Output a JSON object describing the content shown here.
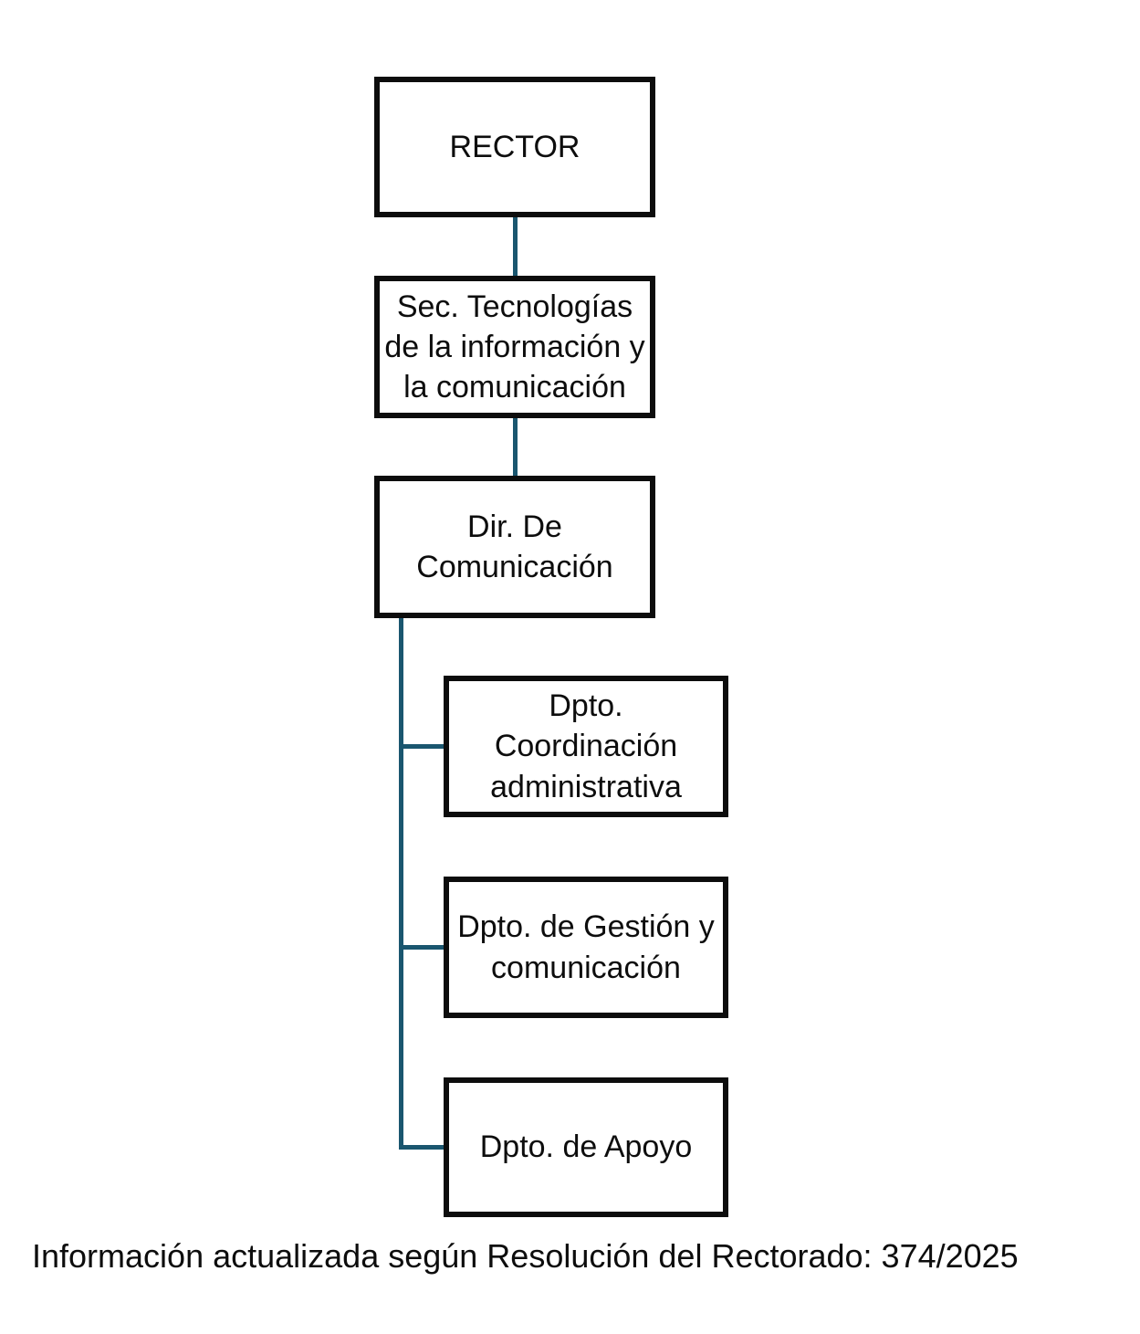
{
  "diagram": {
    "type": "org-chart",
    "colors": {
      "box_border": "#0d0d0d",
      "connector": "#1a566f",
      "background": "#ffffff",
      "text": "#0d0d0d"
    },
    "nodes": [
      {
        "id": "rector",
        "label": "RECTOR",
        "parent": null
      },
      {
        "id": "sec-tic",
        "label": "Sec. Tecnologías\nde la información y\nla comunicación",
        "parent": "rector"
      },
      {
        "id": "dir-comunicacion",
        "label": "Dir. De\nComunicación",
        "parent": "sec-tic"
      },
      {
        "id": "dpto-coordinacion-administrativa",
        "label": "Dpto.\nCoordinación\nadministrativa",
        "parent": "dir-comunicacion"
      },
      {
        "id": "dpto-gestion-comunicacion",
        "label": "Dpto. de Gestión y\ncomunicación",
        "parent": "dir-comunicacion"
      },
      {
        "id": "dpto-apoyo",
        "label": "Dpto. de Apoyo",
        "parent": "dir-comunicacion"
      }
    ]
  },
  "footer": {
    "note": "Información actualizada según Resolución del Rectorado: 374/2025"
  }
}
